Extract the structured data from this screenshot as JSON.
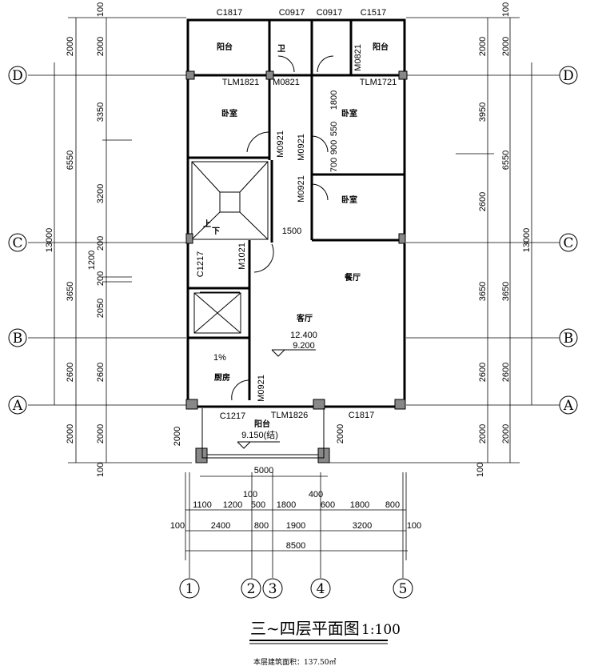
{
  "title": {
    "text": "三~四层平面图",
    "scale": "1:100",
    "area": "本层建筑面积：137.50㎡"
  },
  "axes": {
    "rows": [
      "D",
      "C",
      "B",
      "A"
    ],
    "cols": [
      "1",
      "2",
      "3",
      "4",
      "5"
    ]
  },
  "left_dims": {
    "outer": [
      "100",
      "2000",
      "3350",
      "3200",
      "200",
      "1200",
      "200",
      "2050",
      "2600",
      "2000",
      "100"
    ],
    "middle": [
      "2000",
      "6550",
      "3650",
      "2600",
      "2000"
    ],
    "total": "13000"
  },
  "right_dims": {
    "inner": [
      "100",
      "2000",
      "3950",
      "2600",
      "3650",
      "2600",
      "2000",
      "100"
    ],
    "outer": [
      "2000",
      "6550",
      "3650",
      "2600",
      "2000"
    ],
    "total": "13000"
  },
  "bottom_dims": {
    "balcony": "5000",
    "row1": [
      "100",
      "1100",
      "1200",
      "500",
      "1800",
      "400",
      "600",
      "1800",
      "800"
    ],
    "row2": [
      "100",
      "2400",
      "800",
      "1900",
      "3200",
      "100"
    ],
    "total": "8500"
  },
  "plan": {
    "windows_top": [
      "C1817",
      "C0917",
      "C0917",
      "C1517"
    ],
    "balcony_nw": "阳台",
    "balcony_ne": "阳台",
    "bath": "卫",
    "door_m0821_r": "M0821",
    "door_tlm1821": "TLM1821",
    "door_m0821": "M0821",
    "door_tlm1721": "TLM1721",
    "bedroom_nw": "卧室",
    "bedroom_ne": "卧室",
    "bedroom_e": "卧室",
    "door_m0921_a": "M0921",
    "door_m0921_b": "M0921",
    "door_m0921_c": "M0921",
    "inner_dims": [
      "1800",
      "550",
      "900",
      "700"
    ],
    "stair_up": "上",
    "stair_down": "下",
    "corridor_dim": "1500",
    "window_c1217_w": "C1217",
    "door_m1021": "M1021",
    "dining": "餐厅",
    "living": "客厅",
    "elev_1": "12.400",
    "elev_2": "9.200",
    "slope": "1%",
    "kitchen": "厨房",
    "door_m0921_k": "M0921",
    "window_c1217_s": "C1217",
    "balcony_s": "阳台",
    "door_tlm1826": "TLM1826",
    "window_c1817_s": "C1817",
    "balcony_elev": "9.150(结)",
    "balcony_dim_l": "2000",
    "balcony_dim_r": "2000"
  }
}
